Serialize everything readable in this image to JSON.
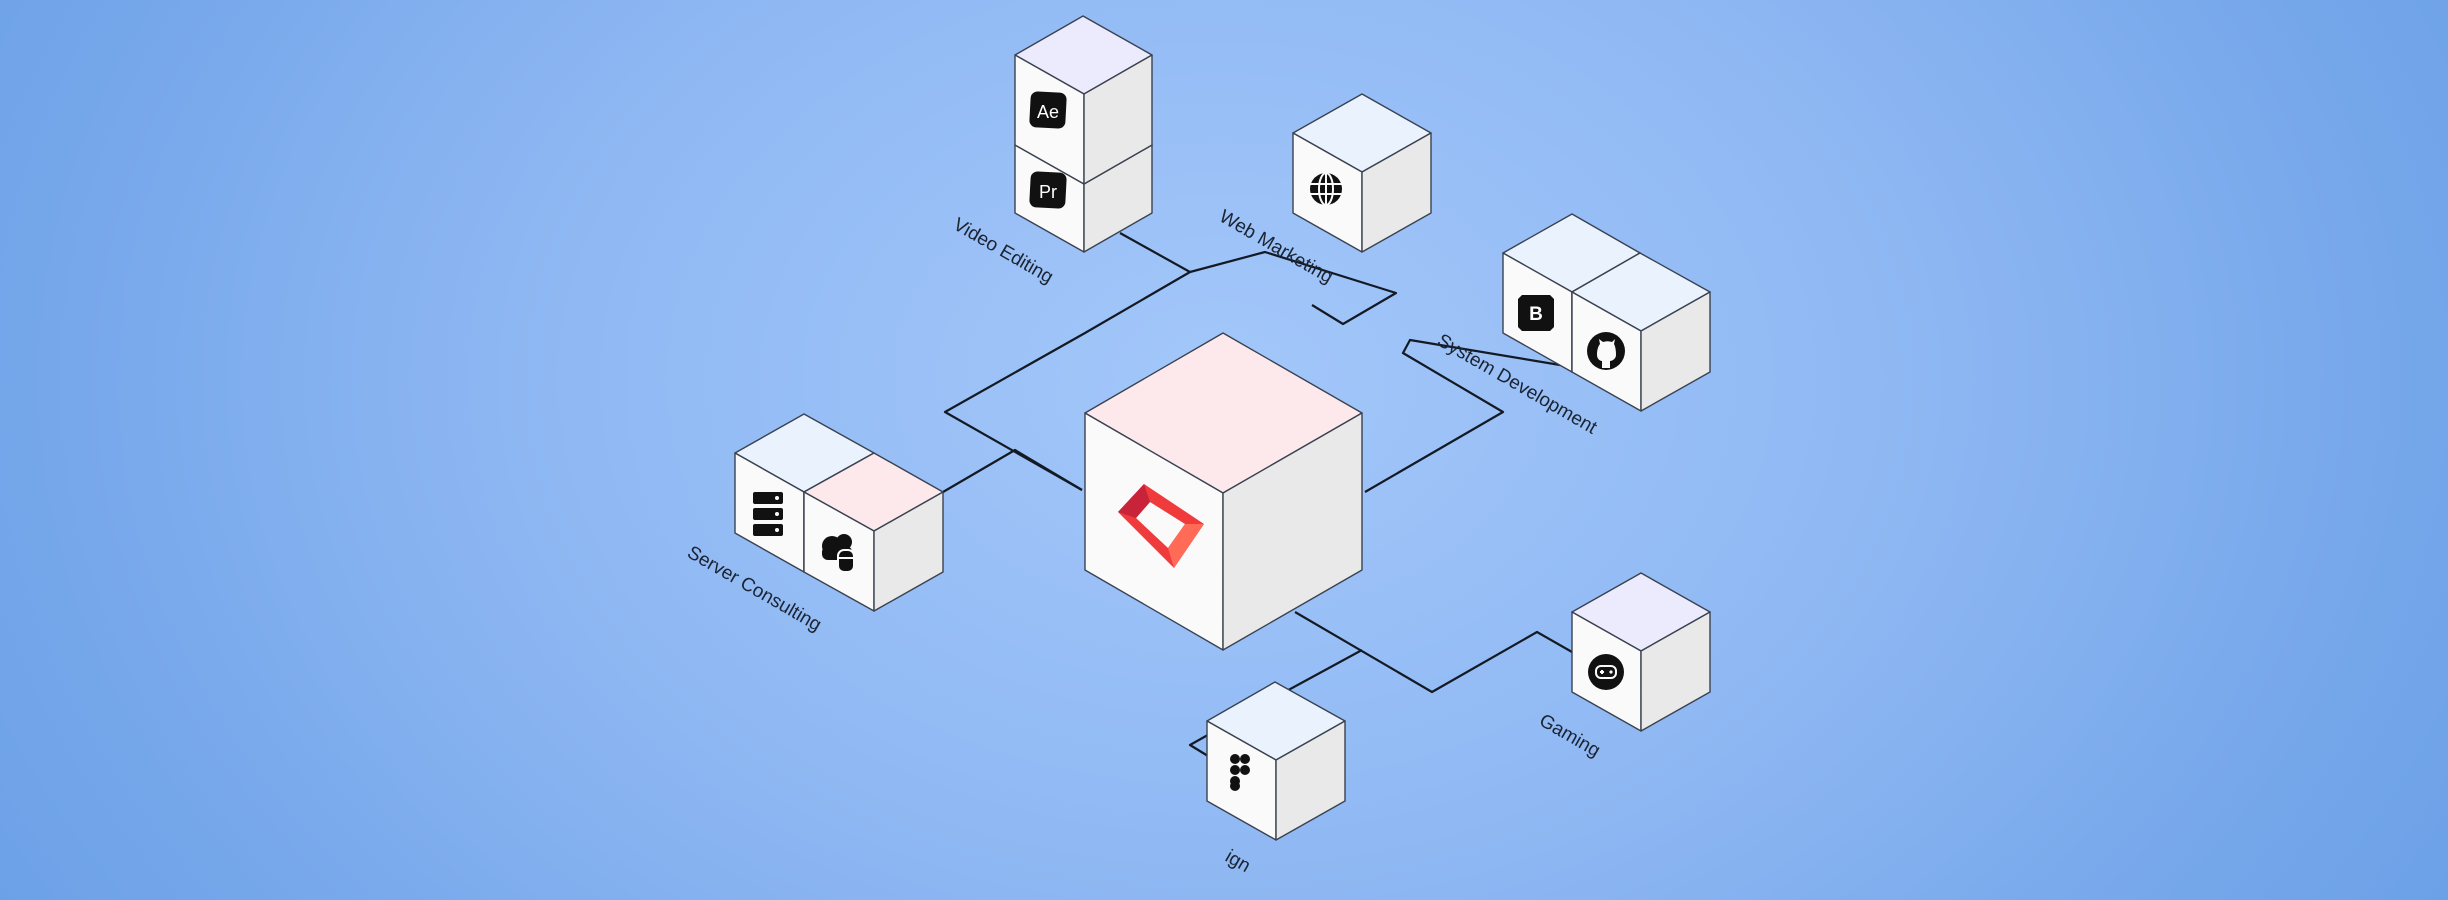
{
  "diagram": {
    "center_node": {
      "name": "hub",
      "icon": "red-diamond-logo-icon"
    },
    "categories": [
      {
        "id": "video",
        "label": "Video Editing",
        "icons": [
          "after-effects-icon",
          "premiere-pro-icon"
        ]
      },
      {
        "id": "web",
        "label": "Web Marketing",
        "icons": [
          "globe-icon"
        ]
      },
      {
        "id": "system",
        "label": "System Development",
        "icons": [
          "bootstrap-icon",
          "github-icon"
        ]
      },
      {
        "id": "server",
        "label": "Server Consulting",
        "icons": [
          "server-rack-icon",
          "cloud-database-icon"
        ]
      },
      {
        "id": "gaming",
        "label": "Gaming",
        "icons": [
          "gamepad-icon"
        ]
      },
      {
        "id": "design",
        "label": "ign",
        "icons": [
          "figma-icon"
        ]
      }
    ],
    "icon_text": {
      "ae": "Ae",
      "pr": "Pr",
      "bs": "B"
    }
  },
  "colors": {
    "cube_top_pink": "#fde8ec",
    "cube_top_blue": "#eaf2fd",
    "cube_top_lavender": "#ecebfd",
    "cube_face_light": "#fafafa",
    "cube_face_dark": "#e9e9e9",
    "brand_red": "#ef3b3b"
  }
}
